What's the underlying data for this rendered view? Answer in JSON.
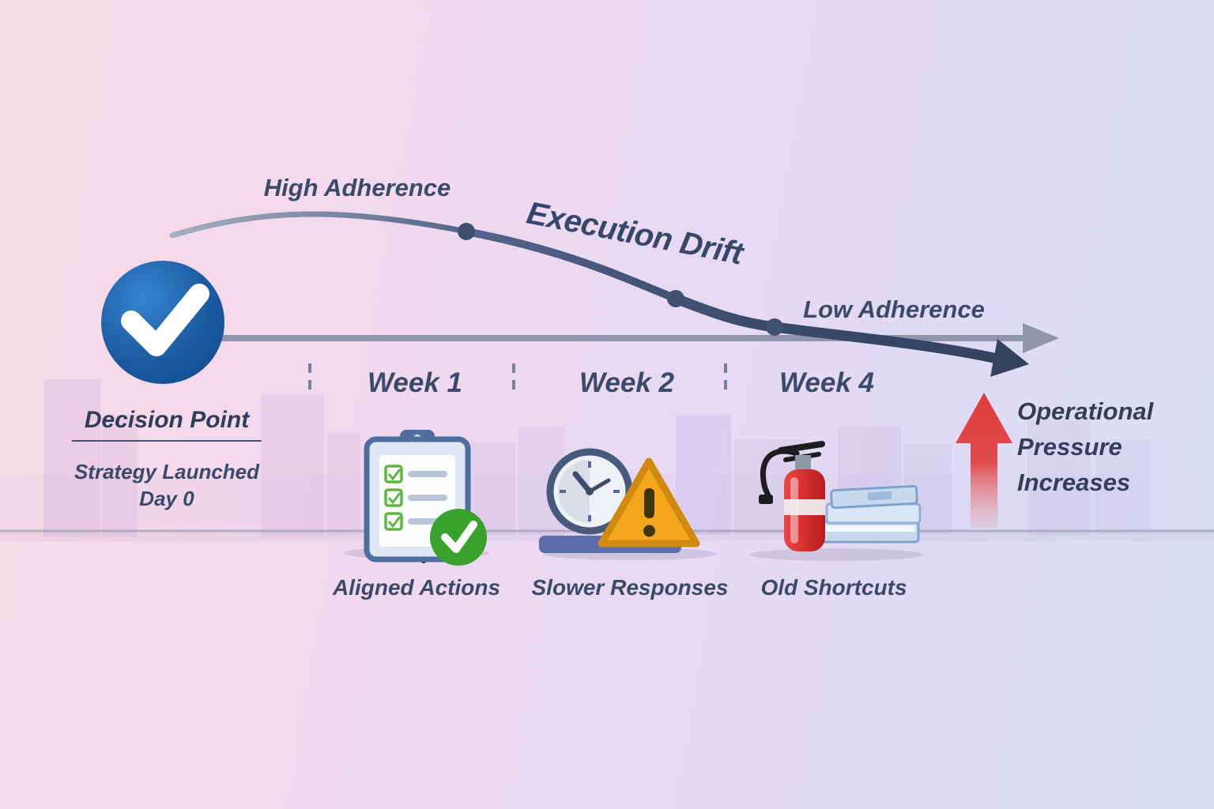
{
  "diagram": {
    "title": "Execution Drift",
    "high_adherence_label": "High Adherence",
    "low_adherence_label": "Low Adherence",
    "decision_point": {
      "title": "Decision Point",
      "subtitle_line1": "Strategy Launched",
      "subtitle_line2": "Day 0",
      "icon": "check-circle-icon"
    },
    "weeks": [
      {
        "label": "Week 1",
        "caption": "Aligned Actions",
        "icon": "clipboard-check-icon"
      },
      {
        "label": "Week 2",
        "caption": "Slower Responses",
        "icon": "clock-warning-icon"
      },
      {
        "label": "Week 4",
        "caption": "Old Shortcuts",
        "icon": "fire-extinguisher-books-icon"
      }
    ],
    "pressure_label": {
      "line1": "Operational",
      "line2": "Pressure",
      "line3": "Increases",
      "icon": "up-arrow-icon"
    },
    "colors": {
      "text_dark_blue": "#3b4a68",
      "curve_dark_blue": "#3a4a6b",
      "timeline_gray": "#8f95aa",
      "decision_circle_blue": "#1f63ab",
      "alert_orange": "#f3a61c",
      "check_green": "#3aa12c",
      "pressure_red": "#de3a3a"
    }
  }
}
